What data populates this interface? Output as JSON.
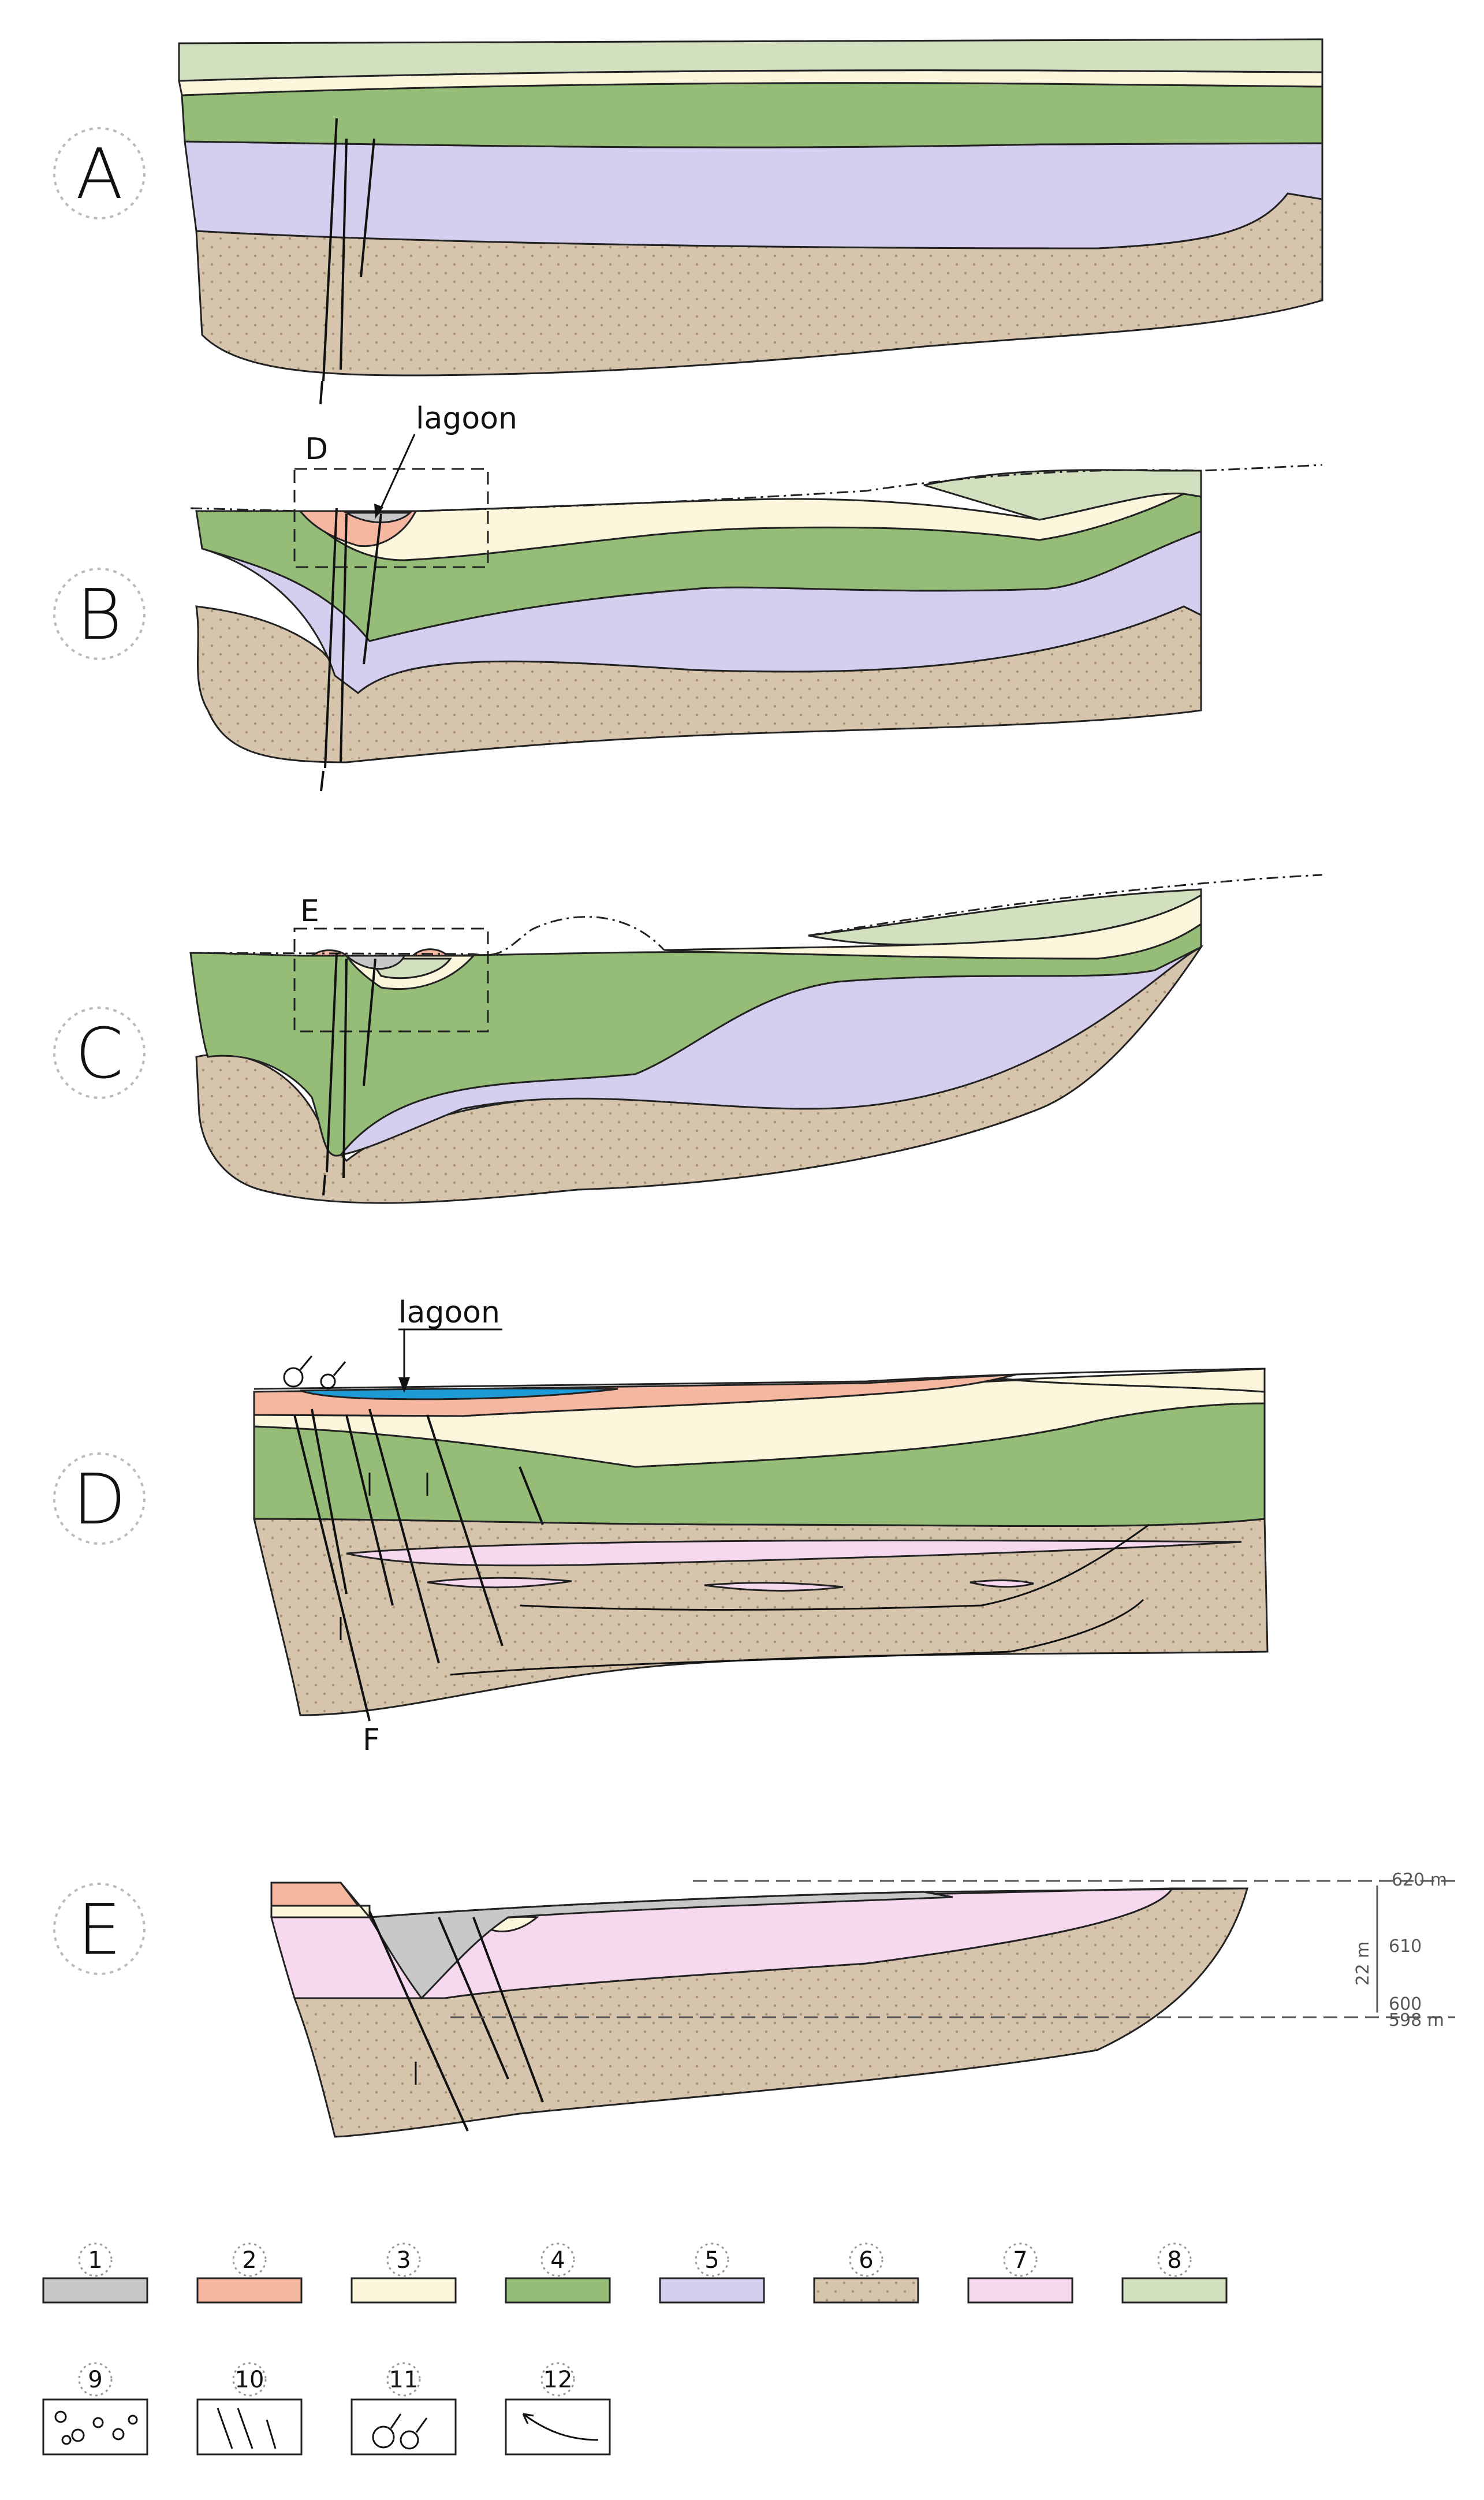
{
  "panels": {
    "a": {
      "letter": "A"
    },
    "b": {
      "letter": "B",
      "box_label": "D",
      "annotation": "lagoon"
    },
    "c": {
      "letter": "C",
      "box_label": "E"
    },
    "d": {
      "letter": "D",
      "annotation": "lagoon",
      "fault_label": "F"
    },
    "e": {
      "letter": "E",
      "elev_top": "620 m",
      "elev_thickness": "22 m",
      "elev_mid": "610",
      "elev_low_a": "600",
      "elev_low_b": "598 m"
    }
  },
  "colors": {
    "unit1": "#c8c8c8",
    "unit2": "#f5b7a0",
    "unit3": "#fbf6dc",
    "unit4": "#95bd78",
    "unit5": "#d6ceee",
    "unit6": "#d7c4ad",
    "unit7": "#f6d9ee",
    "unit8": "#d2e0c0",
    "lagoon_water": "#1e9ad6"
  },
  "legend": {
    "swatches": [
      {
        "num": "1",
        "color_key": "unit1"
      },
      {
        "num": "2",
        "color_key": "unit2"
      },
      {
        "num": "3",
        "color_key": "unit3"
      },
      {
        "num": "4",
        "color_key": "unit4"
      },
      {
        "num": "5",
        "color_key": "unit5"
      },
      {
        "num": "6",
        "color_key": "unit6"
      },
      {
        "num": "7",
        "color_key": "unit7"
      },
      {
        "num": "8",
        "color_key": "unit8"
      }
    ],
    "symbols": [
      {
        "num": "9",
        "icon": "pebbles-icon"
      },
      {
        "num": "10",
        "icon": "faults-icon"
      },
      {
        "num": "11",
        "icon": "gas-bubbles-icon"
      },
      {
        "num": "12",
        "icon": "flow-arrow-icon"
      }
    ]
  }
}
